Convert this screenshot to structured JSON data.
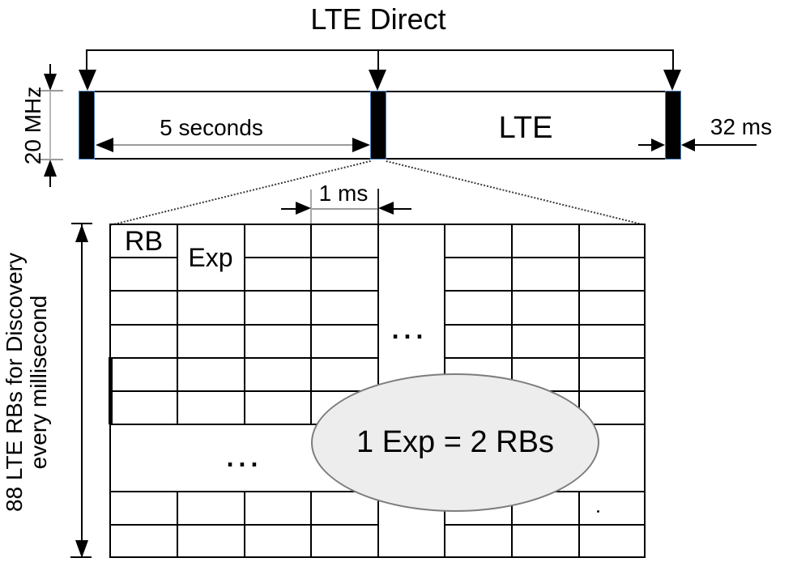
{
  "diagram": {
    "title": "LTE Direct",
    "timeline": {
      "lte_label": "LTE",
      "period_label": "5 seconds",
      "bandwidth_label": "20 MHz",
      "burst_label": "32 ms"
    },
    "grid": {
      "slot_label": "1 ms",
      "rb_label": "RB",
      "exp_label": "Exp",
      "axis_line1": "88 LTE RBs for Discovery",
      "axis_line2": "every millisecond",
      "dots": "...",
      "callout_label": "1 Exp = 2 RBs"
    },
    "colors": {
      "line": "#000000",
      "dim_line": "#9b9b9b",
      "bar_outline": "#4a7ebb",
      "callout_fill": "#ededed",
      "callout_border": "#7d7d7d"
    }
  }
}
